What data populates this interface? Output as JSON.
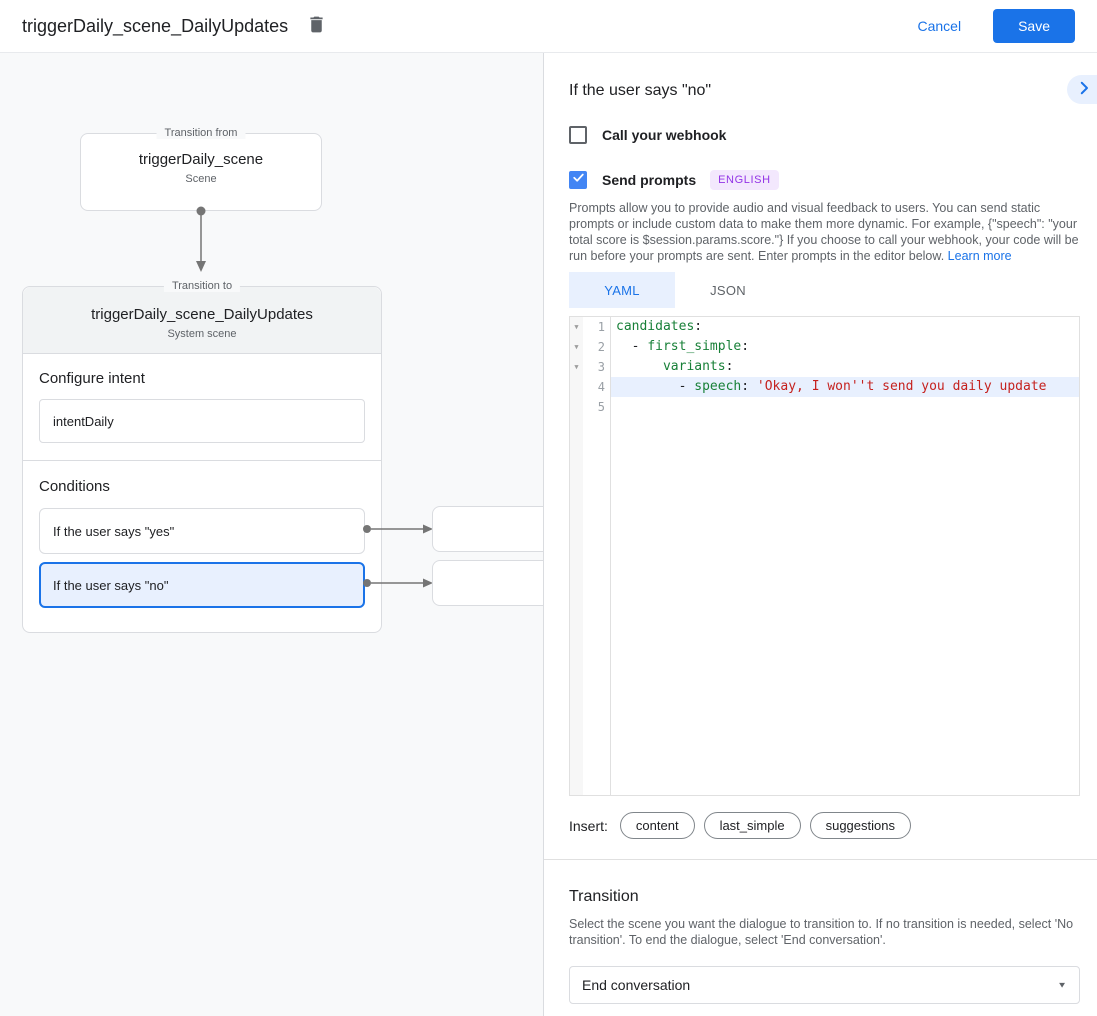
{
  "header": {
    "title": "triggerDaily_scene_DailyUpdates",
    "cancel_label": "Cancel",
    "save_label": "Save"
  },
  "canvas": {
    "from_box": {
      "legend": "Transition from",
      "title": "triggerDaily_scene",
      "subtitle": "Scene"
    },
    "to_box": {
      "legend": "Transition to",
      "title": "triggerDaily_scene_DailyUpdates",
      "subtitle": "System scene"
    },
    "configure_intent": {
      "label": "Configure intent",
      "value": "intentDaily"
    },
    "conditions": {
      "label": "Conditions",
      "items": [
        {
          "label": "If the user says \"yes\"",
          "selected": false
        },
        {
          "label": "If the user says \"no\"",
          "selected": true
        }
      ]
    }
  },
  "panel": {
    "heading": "If the user says \"no\"",
    "webhook": {
      "label": "Call your webhook",
      "checked": false
    },
    "send_prompts": {
      "label": "Send prompts",
      "badge": "ENGLISH",
      "checked": true
    },
    "description": "Prompts allow you to provide audio and visual feedback to users. You can send static prompts or include custom data to make them more dynamic. For example, {\"speech\": \"your total score is $session.params.score.\"} If you choose to call your webhook, your code will be run before your prompts are sent. Enter prompts in the editor below. ",
    "learn_more": "Learn more",
    "tabs": [
      {
        "label": "YAML",
        "active": true
      },
      {
        "label": "JSON",
        "active": false
      }
    ],
    "editor": {
      "line_numbers": [
        "1",
        "2",
        "3",
        "4",
        "5"
      ],
      "lines": {
        "l1": {
          "key": "candidates",
          "rest": ":"
        },
        "l2": {
          "pre": "  - ",
          "key": "first_simple",
          "rest": ":"
        },
        "l3": {
          "pre": "      ",
          "key": "variants",
          "rest": ":"
        },
        "l4": {
          "pre": "        - ",
          "key": "speech",
          "rest": ": ",
          "string": "'Okay, I won''t send you daily update"
        }
      }
    },
    "insert": {
      "label": "Insert:",
      "chips": [
        "content",
        "last_simple",
        "suggestions"
      ]
    },
    "transition": {
      "heading": "Transition",
      "description": "Select the scene you want the dialogue to transition to. If no transition is needed, select 'No transition'. To end the dialogue, select 'End conversation'.",
      "dropdown_value": "End conversation"
    }
  },
  "icons": {
    "fold_arrow": "▼",
    "dropdown_caret": "▼"
  },
  "colors": {
    "accent_blue": "#1a73e8",
    "checkbox_blue": "#4285f4",
    "selected_fill": "#e8f0fe",
    "badge_purple": "#9334e6",
    "badge_bg": "#f3e8fd",
    "code_key_green": "#188038",
    "code_string_red": "#c5221f",
    "canvas_bg": "#f8f9fa",
    "border_gray": "#dadce0"
  }
}
